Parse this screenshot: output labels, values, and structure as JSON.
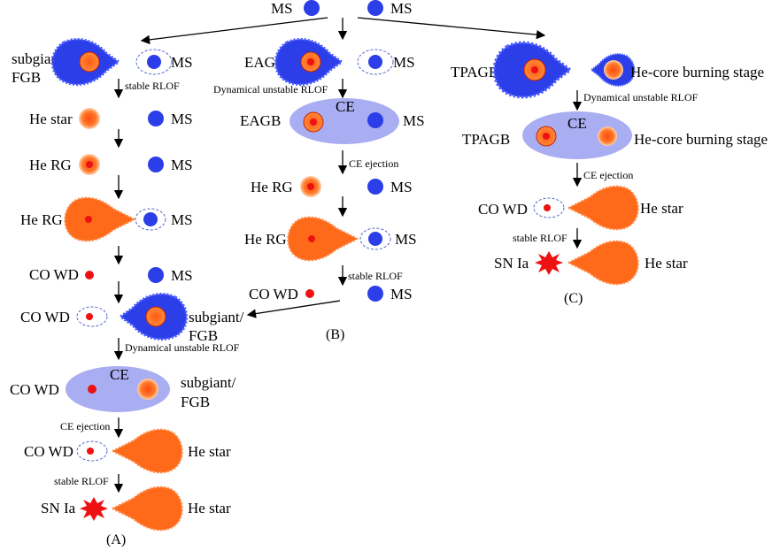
{
  "top": {
    "ms_left": "MS",
    "ms_right": "MS"
  },
  "col_a": {
    "s1_left": "subgiant/",
    "s1_left2": "FGB",
    "s1_right": "MS",
    "t1": "stable RLOF",
    "s2_left": "He star",
    "s2_right": "MS",
    "s3_left": "He RG",
    "s3_right": "MS",
    "s4_left": "He RG",
    "s4_right": "MS",
    "s5_left": "CO WD",
    "s5_right": "MS",
    "s6_left": "CO WD",
    "s6_right": "subgiant/",
    "s6_right2": "FGB",
    "t6": "Dynamical unstable RLOF",
    "s7_ce": "CE",
    "s7_left": "CO WD",
    "s7_right": "subgiant/",
    "s7_right2": "FGB",
    "t7": "CE ejection",
    "s8_left": "CO WD",
    "s8_right": "He star",
    "t8": "stable RLOF",
    "s9_left": "SN Ia",
    "s9_right": "He star",
    "caption": "(A)"
  },
  "col_b": {
    "s1_left": "EAGB",
    "s1_right": "MS",
    "t1": "Dynamical unstable RLOF",
    "s2_left": "EAGB",
    "s2_ce": "CE",
    "s2_right": "MS",
    "t2": "CE ejection",
    "s3_left": "He RG",
    "s3_right": "MS",
    "s4_left": "He RG",
    "s4_right": "MS",
    "t4": "stable RLOF",
    "s5_left": "CO WD",
    "s5_right": "MS",
    "caption": "(B)"
  },
  "col_c": {
    "s1_left": "TPAGB",
    "s1_right": "He-core burning stage",
    "t1": "Dynamical unstable RLOF",
    "s2_left": "TPAGB",
    "s2_ce": "CE",
    "s2_right": "He-core burning stage",
    "t2": "CE ejection",
    "s3_left": "CO WD",
    "s3_right": "He star",
    "t3": "stable RLOF",
    "s4_left": "SN Ia",
    "s4_right": "He star",
    "caption": "(C)"
  },
  "colors": {
    "ms_blue": "#2b3ee8",
    "he_orange": "#ff6a1a",
    "ce_lavender": "#a9adf2",
    "wd_red": "#ee1111",
    "sn_red": "#ee1111"
  }
}
